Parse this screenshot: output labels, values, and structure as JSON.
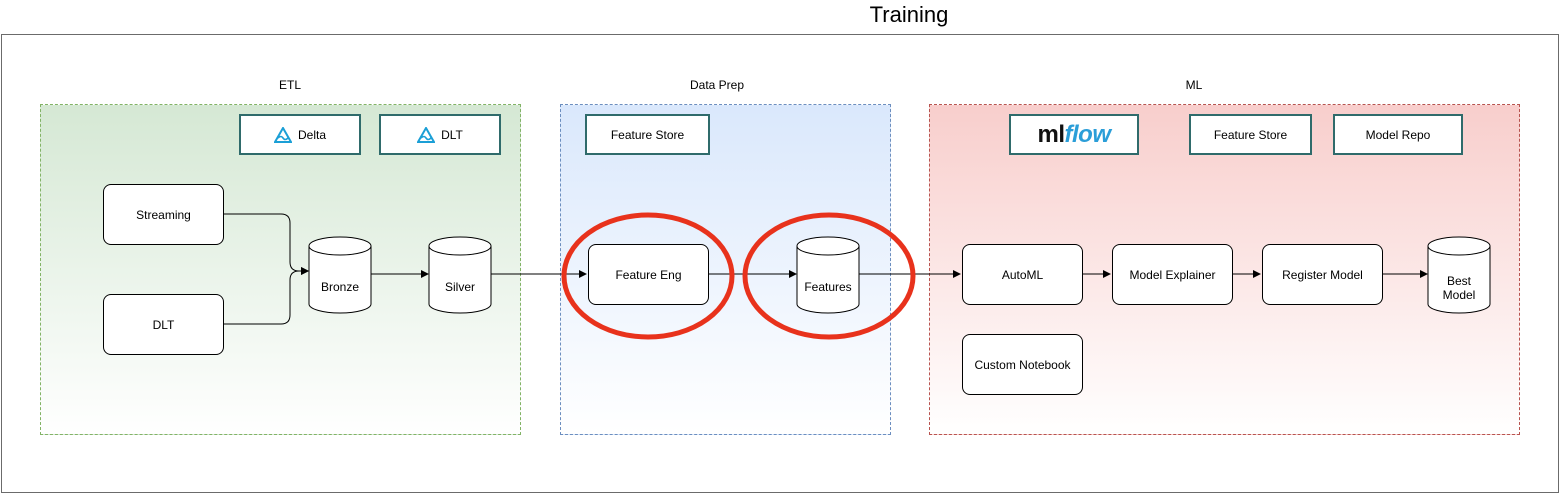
{
  "title": "Training",
  "sections": {
    "etl": "ETL",
    "data_prep": "Data Prep",
    "ml": "ML"
  },
  "tools": {
    "delta": "Delta",
    "dlt": "DLT",
    "prep_feature_store": "Feature Store",
    "mlflow_ml": "ml",
    "mlflow_flow": "flow",
    "ml_feature_store": "Feature Store",
    "model_repo": "Model Repo"
  },
  "nodes": {
    "streaming": "Streaming",
    "dlt_source": "DLT",
    "bronze": "Bronze",
    "silver": "Silver",
    "feature_eng": "Feature Eng",
    "features": "Features",
    "automl": "AutoML",
    "custom_notebook": "Custom Notebook",
    "model_explainer": "Model Explainer",
    "register_model": "Register Model",
    "best_model_line1": "Best",
    "best_model_line2": "Model"
  },
  "colors": {
    "etl_fill": "#d5e8d4",
    "etl_border": "#82b366",
    "prep_fill": "#dae8fc",
    "prep_border": "#6c8ebf",
    "ml_fill": "#f8cecc",
    "ml_border": "#b85450",
    "tool_border": "#2f6b6b",
    "highlight_ring": "#e8321c",
    "delta_icon": "#1b9fd6",
    "mlflow_accent": "#2b9ed8"
  },
  "icons": {
    "delta": "delta-lake-icon",
    "dlt": "delta-lake-icon"
  }
}
